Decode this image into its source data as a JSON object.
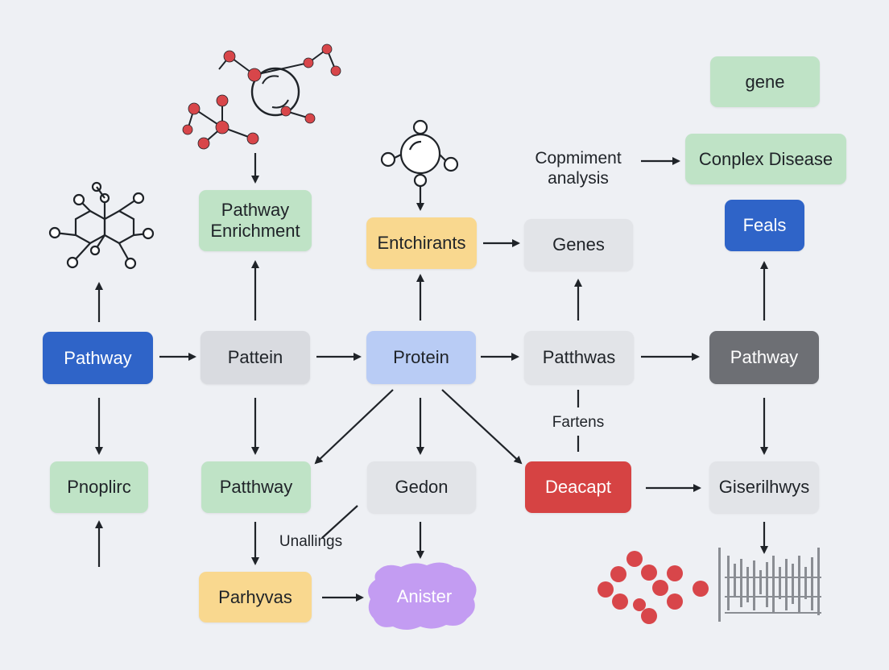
{
  "nodes": {
    "gene": "gene",
    "complex_disease": "Conplex Disease",
    "feals": "Feals",
    "pathway_enrichment": "Pathway\nEnrichment",
    "enrichments": "Entchirants",
    "genes": "Genes",
    "pathway_blue": "Pathway",
    "pattein": "Pattein",
    "protein": "Protein",
    "patthwas": "Patthwas",
    "pathway_dark": "Pathway",
    "pnoplirc": "Pnoplirc",
    "patthway": "Patthway",
    "gedon": "Gedon",
    "deacapt": "Deacapt",
    "giserilhwys": "Giserilhwys",
    "parhyvas": "Parhyvas",
    "anister": "Anister"
  },
  "labels": {
    "compliment_analysis": "Copmiment\nanalysis",
    "fartens": "Fartens",
    "unallings": "Unallings"
  },
  "colors": {
    "background": "#eef0f4",
    "green": "#bfe3c6",
    "blue": "#2f64c8",
    "light_blue": "#b9ccf5",
    "orange": "#f9d88f",
    "red": "#d64343",
    "dark_gray": "#6d6f74",
    "purple": "#c39cf2",
    "molecule_red": "#d8464a"
  },
  "icons": [
    "molecule-network-icon",
    "cell-network-icon",
    "hexagon-network-icon",
    "node-cluster-icon",
    "dot-cluster-icon",
    "bar-matrix-icon"
  ]
}
